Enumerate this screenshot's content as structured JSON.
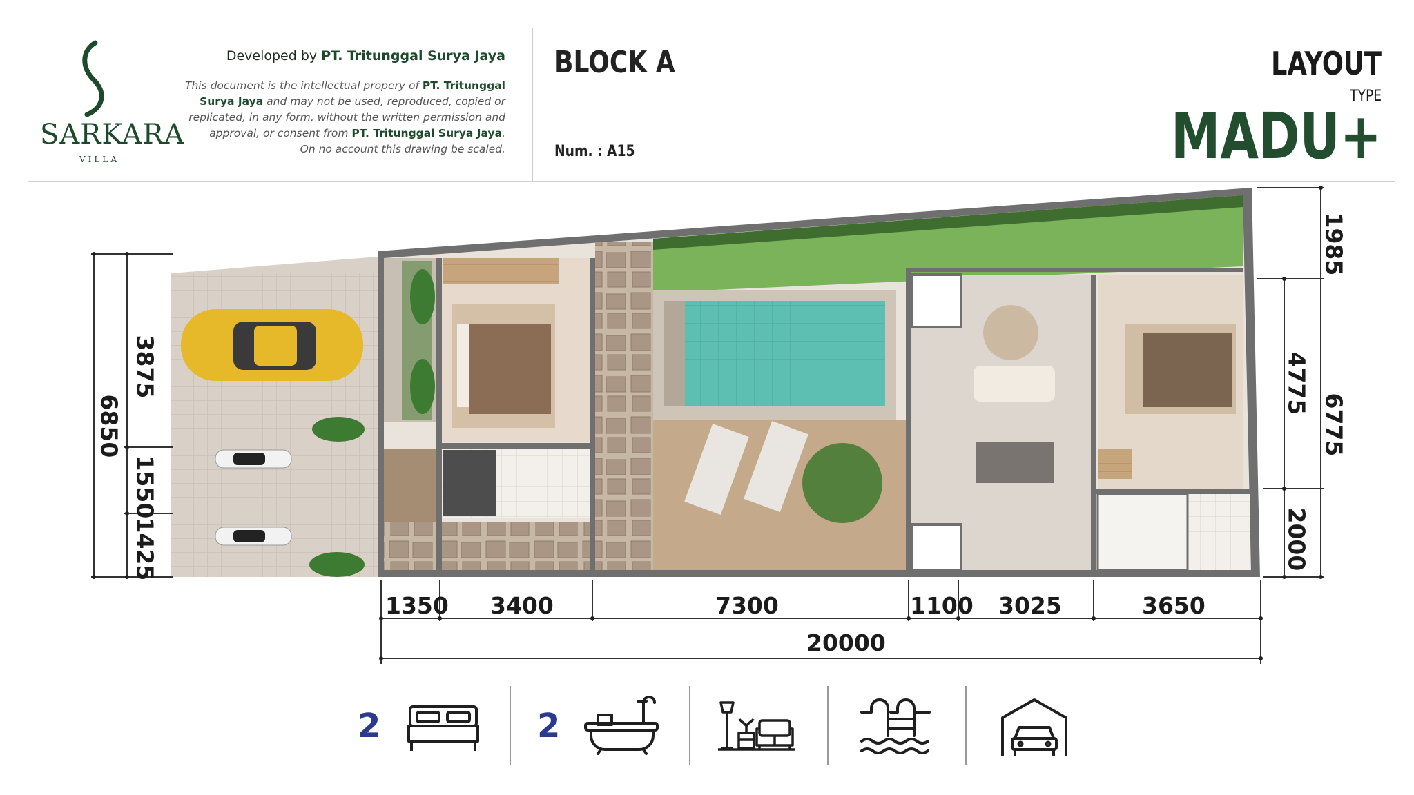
{
  "brand": {
    "name": "SARKARA",
    "sub": "VILLA"
  },
  "developer": {
    "prefix": "Developed by",
    "company": "PT. Tritunggal Surya Jaya"
  },
  "legal": {
    "l1a": "This document is the intellectual propery of ",
    "l1b": "PT. Tritunggal",
    "l2a": "Surya Jaya",
    "l2b": " and may not be used, reproduced, copied or",
    "l3": "replicated, in any form, without the written permission and",
    "l4a": "approval, or consent from ",
    "l4b": "PT. Tritunggal Surya Jaya",
    "l4c": ".",
    "l5": "On no account this drawing be scaled."
  },
  "block": {
    "title": "BLOCK A",
    "num_label": "Num. : ",
    "num_value": "A15"
  },
  "layout": {
    "title": "LAYOUT",
    "type_label": "TYPE",
    "type_name": "MADU+"
  },
  "dimensions": {
    "left_total": "6850",
    "left_segments": [
      "3875",
      "1550",
      "1425"
    ],
    "right_top": "1985",
    "right_mid": "4775",
    "right_bottom": "2000",
    "right_total": "6775",
    "bottom_segments": [
      "1350",
      "3400",
      "7300",
      "1100",
      "3025",
      "3650"
    ],
    "bottom_total": "20000"
  },
  "features": {
    "bedrooms": "2",
    "bathrooms": "2",
    "icons": [
      "bed-icon",
      "bathtub-icon",
      "living-room-icon",
      "pool-icon",
      "garage-icon"
    ]
  },
  "colors": {
    "brand_green": "#1e4a2c",
    "madu_green": "#234d2f",
    "count_blue": "#2b3a8c",
    "pool": "#4fb7a9",
    "lawn": "#7bb35a",
    "paving": "#d8cfc6"
  }
}
